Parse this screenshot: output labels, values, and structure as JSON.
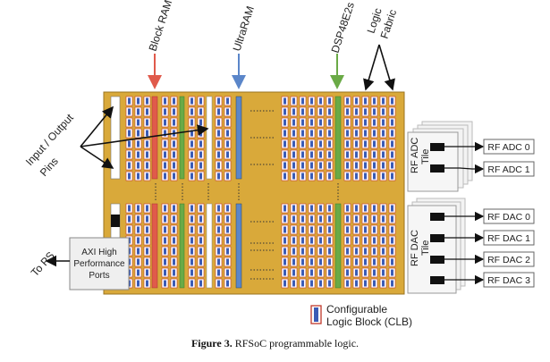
{
  "labels": {
    "block_ram": "Block RAM",
    "ultraram": "UltraRAM",
    "dsp": "DSP48E2s",
    "logic_fabric_line1": "Logic",
    "logic_fabric_line2": "Fabric",
    "io_pins_line1": "Input / Output",
    "io_pins_line2": "Pins",
    "to_ps": "To PS",
    "axi_line1": "AXI High",
    "axi_line2": "Performance",
    "axi_line3": "Ports",
    "rf_adc_tile_line1": "RF ADC",
    "rf_adc_tile_line2": "Tile",
    "rf_dac_tile_line1": "RF DAC",
    "rf_dac_tile_line2": "Tile",
    "clb_line1": "Configurable",
    "clb_line2": "Logic Block (CLB)"
  },
  "rf_adc_outputs": [
    "RF ADC 0",
    "RF ADC 1"
  ],
  "rf_dac_outputs": [
    "RF DAC 0",
    "RF DAC 1",
    "RF DAC 2",
    "RF DAC 3"
  ],
  "caption": {
    "label": "Figure 3.",
    "text": "RFSoC programmable logic."
  },
  "colors": {
    "fabric_bg": "#d9a93a",
    "clb_outline": "#c0392b",
    "clb_fill": "#3b5bb5",
    "block_ram": "#e05a4b",
    "ultraram": "#5b86c9",
    "dsp": "#6aaa46",
    "tile_bg": "#f1f1f1"
  }
}
